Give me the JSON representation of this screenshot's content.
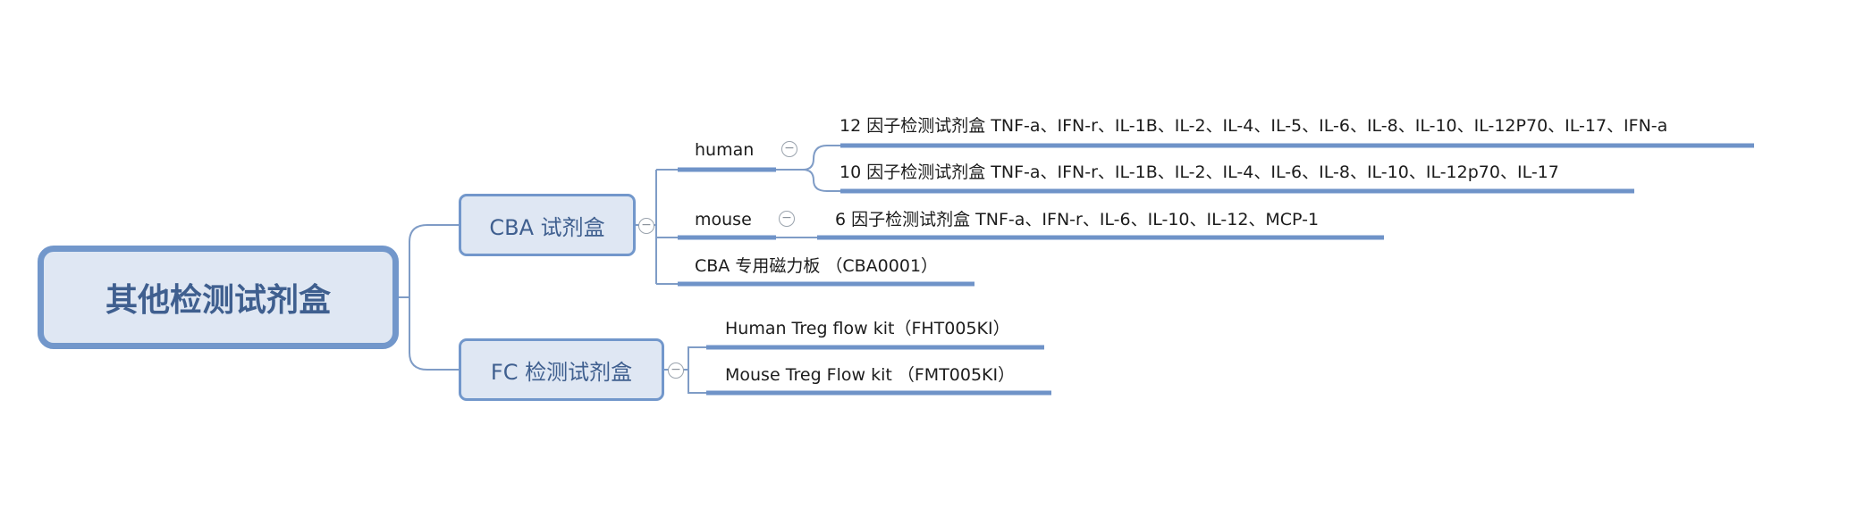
{
  "root": {
    "label": "其他检测试剂盒"
  },
  "cba": {
    "label": "CBA 试剂盒",
    "human": {
      "label": "human",
      "items": [
        "12 因子检测试剂盒 TNF-a、IFN-r、IL-1B、IL-2、IL-4、IL-5、IL-6、IL-8、IL-10、IL-12P70、IL-17、IFN-a",
        "10 因子检测试剂盒 TNF-a、IFN-r、IL-1B、IL-2、IL-4、IL-6、IL-8、IL-10、IL-12p70、IL-17"
      ]
    },
    "mouse": {
      "label": "mouse",
      "items": [
        "6 因子检测试剂盒 TNF-a、IFN-r、IL-6、IL-10、IL-12、MCP-1"
      ]
    },
    "magnet": {
      "label": "CBA 专用磁力板 （CBA0001）"
    }
  },
  "fc": {
    "label": "FC 检测试剂盒",
    "items": [
      "Human Treg flow kit（FHT005KI）",
      "Mouse Treg Flow kit （FMT005KI）"
    ]
  },
  "toggle_symbol": "−",
  "colors": {
    "accent": "#7297cb",
    "node_fill": "#dfe7f3",
    "node_text": "#3f5f8f",
    "connector": "#7f9cc6"
  }
}
